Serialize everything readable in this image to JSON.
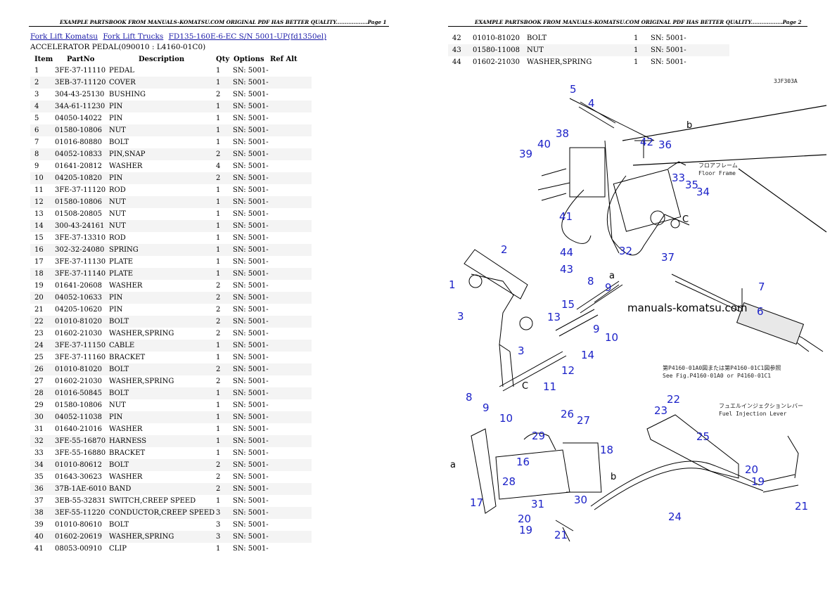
{
  "page1": {
    "header": "EXAMPLE PARTSBOOK FROM MANUALS-KOMATSU.COM ORIGINAL PDF HAS BETTER QUALITY..................Page 1",
    "breadcrumbs": [
      "Fork Lift Komatsu",
      "Fork Lift Trucks",
      "FD135-160E-6-EC S/N 5001-UP(fd1350el)"
    ],
    "subtitle": "ACCELERATOR PEDAL(090010 : L4160-01C0)",
    "columns": {
      "item": "Item",
      "part": "PartNo",
      "desc": "Description",
      "qty": "Qty",
      "opt": "Options",
      "ref": "Ref Alt"
    },
    "rows": [
      {
        "item": "1",
        "part": "3FE-37-11110",
        "desc": "PEDAL",
        "qty": "1",
        "opt": "SN: 5001-"
      },
      {
        "item": "2",
        "part": "3EB-37-11120",
        "desc": "COVER",
        "qty": "1",
        "opt": "SN: 5001-"
      },
      {
        "item": "3",
        "part": "304-43-25130",
        "desc": "BUSHING",
        "qty": "2",
        "opt": "SN: 5001-"
      },
      {
        "item": "4",
        "part": "34A-61-11230",
        "desc": "PIN",
        "qty": "1",
        "opt": "SN: 5001-"
      },
      {
        "item": "5",
        "part": "04050-14022",
        "desc": "PIN",
        "qty": "1",
        "opt": "SN: 5001-"
      },
      {
        "item": "6",
        "part": "01580-10806",
        "desc": "NUT",
        "qty": "1",
        "opt": "SN: 5001-"
      },
      {
        "item": "7",
        "part": "01016-80880",
        "desc": "BOLT",
        "qty": "1",
        "opt": "SN: 5001-"
      },
      {
        "item": "8",
        "part": "04052-10833",
        "desc": "PIN,SNAP",
        "qty": "2",
        "opt": "SN: 5001-"
      },
      {
        "item": "9",
        "part": "01641-20812",
        "desc": "WASHER",
        "qty": "4",
        "opt": "SN: 5001-"
      },
      {
        "item": "10",
        "part": "04205-10820",
        "desc": "PIN",
        "qty": "2",
        "opt": "SN: 5001-"
      },
      {
        "item": "11",
        "part": "3FE-37-11120",
        "desc": "ROD",
        "qty": "1",
        "opt": "SN: 5001-"
      },
      {
        "item": "12",
        "part": "01580-10806",
        "desc": "NUT",
        "qty": "1",
        "opt": "SN: 5001-"
      },
      {
        "item": "13",
        "part": "01508-20805",
        "desc": "NUT",
        "qty": "1",
        "opt": "SN: 5001-"
      },
      {
        "item": "14",
        "part": "300-43-24161",
        "desc": "NUT",
        "qty": "1",
        "opt": "SN: 5001-"
      },
      {
        "item": "15",
        "part": "3FE-37-13310",
        "desc": "ROD",
        "qty": "1",
        "opt": "SN: 5001-"
      },
      {
        "item": "16",
        "part": "302-32-24080",
        "desc": "SPRING",
        "qty": "1",
        "opt": "SN: 5001-"
      },
      {
        "item": "17",
        "part": "3FE-37-11130",
        "desc": "PLATE",
        "qty": "1",
        "opt": "SN: 5001-"
      },
      {
        "item": "18",
        "part": "3FE-37-11140",
        "desc": "PLATE",
        "qty": "1",
        "opt": "SN: 5001-"
      },
      {
        "item": "19",
        "part": "01641-20608",
        "desc": "WASHER",
        "qty": "2",
        "opt": "SN: 5001-"
      },
      {
        "item": "20",
        "part": "04052-10633",
        "desc": "PIN",
        "qty": "2",
        "opt": "SN: 5001-"
      },
      {
        "item": "21",
        "part": "04205-10620",
        "desc": "PIN",
        "qty": "2",
        "opt": "SN: 5001-"
      },
      {
        "item": "22",
        "part": "01010-81020",
        "desc": "BOLT",
        "qty": "2",
        "opt": "SN: 5001-"
      },
      {
        "item": "23",
        "part": "01602-21030",
        "desc": "WASHER,SPRING",
        "qty": "2",
        "opt": "SN: 5001-"
      },
      {
        "item": "24",
        "part": "3FE-37-11150",
        "desc": "CABLE",
        "qty": "1",
        "opt": "SN: 5001-"
      },
      {
        "item": "25",
        "part": "3FE-37-11160",
        "desc": "BRACKET",
        "qty": "1",
        "opt": "SN: 5001-"
      },
      {
        "item": "26",
        "part": "01010-81020",
        "desc": "BOLT",
        "qty": "2",
        "opt": "SN: 5001-"
      },
      {
        "item": "27",
        "part": "01602-21030",
        "desc": "WASHER,SPRING",
        "qty": "2",
        "opt": "SN: 5001-"
      },
      {
        "item": "28",
        "part": "01016-50845",
        "desc": "BOLT",
        "qty": "1",
        "opt": "SN: 5001-"
      },
      {
        "item": "29",
        "part": "01580-10806",
        "desc": "NUT",
        "qty": "1",
        "opt": "SN: 5001-"
      },
      {
        "item": "30",
        "part": "04052-11038",
        "desc": "PIN",
        "qty": "1",
        "opt": "SN: 5001-"
      },
      {
        "item": "31",
        "part": "01640-21016",
        "desc": "WASHER",
        "qty": "1",
        "opt": "SN: 5001-"
      },
      {
        "item": "32",
        "part": "3FE-55-16870",
        "desc": "HARNESS",
        "qty": "1",
        "opt": "SN: 5001-"
      },
      {
        "item": "33",
        "part": "3FE-55-16880",
        "desc": "BRACKET",
        "qty": "1",
        "opt": "SN: 5001-"
      },
      {
        "item": "34",
        "part": "01010-80612",
        "desc": "BOLT",
        "qty": "2",
        "opt": "SN: 5001-"
      },
      {
        "item": "35",
        "part": "01643-30623",
        "desc": "WASHER",
        "qty": "2",
        "opt": "SN: 5001-"
      },
      {
        "item": "36",
        "part": "37B-1AE-6010",
        "desc": "BAND",
        "qty": "2",
        "opt": "SN: 5001-"
      },
      {
        "item": "37",
        "part": "3EB-55-32831",
        "desc": "SWITCH,CREEP SPEED",
        "qty": "1",
        "opt": "SN: 5001-"
      },
      {
        "item": "38",
        "part": "3EF-55-11220",
        "desc": "CONDUCTOR,CREEP SPEED",
        "qty": "3",
        "opt": "SN: 5001-"
      },
      {
        "item": "39",
        "part": "01010-80610",
        "desc": "BOLT",
        "qty": "3",
        "opt": "SN: 5001-"
      },
      {
        "item": "40",
        "part": "01602-20619",
        "desc": "WASHER,SPRING",
        "qty": "3",
        "opt": "SN: 5001-"
      },
      {
        "item": "41",
        "part": "08053-00910",
        "desc": "CLIP",
        "qty": "1",
        "opt": "SN: 5001-"
      }
    ]
  },
  "page2": {
    "header": "EXAMPLE PARTSBOOK FROM MANUALS-KOMATSU.COM ORIGINAL PDF HAS BETTER QUALITY..................Page 2",
    "rows": [
      {
        "item": "42",
        "part": "01010-81020",
        "desc": "BOLT",
        "qty": "1",
        "opt": "SN: 5001-"
      },
      {
        "item": "43",
        "part": "01580-11008",
        "desc": "NUT",
        "qty": "1",
        "opt": "SN: 5001-"
      },
      {
        "item": "44",
        "part": "01602-21030",
        "desc": "WASHER,SPRING",
        "qty": "1",
        "opt": "SN: 5001-"
      }
    ],
    "diagram": {
      "code": "3JF303A",
      "watermark": "manuals-komatsu.com",
      "floor_frame_jp": "フロアフレーム",
      "floor_frame_en": "Floor Frame",
      "see_fig_jp": "第P4160-01A0図または第P4160-01C1図参照",
      "see_fig_en": "See Fig.P4160-01A0 or P4160-01C1",
      "fuel_lever_jp": "フュエルインジェクションレバー",
      "fuel_lever_en": "Fuel Injection Lever",
      "letters": [
        "a",
        "b",
        "c"
      ],
      "callouts": [
        "1",
        "2",
        "3",
        "4",
        "5",
        "6",
        "7",
        "8",
        "9",
        "10",
        "11",
        "12",
        "13",
        "14",
        "15",
        "16",
        "17",
        "18",
        "19",
        "20",
        "21",
        "22",
        "23",
        "24",
        "25",
        "26",
        "27",
        "28",
        "29",
        "30",
        "31",
        "32",
        "33",
        "34",
        "35",
        "36",
        "37",
        "38",
        "39",
        "40",
        "41",
        "42",
        "43",
        "44"
      ]
    }
  }
}
